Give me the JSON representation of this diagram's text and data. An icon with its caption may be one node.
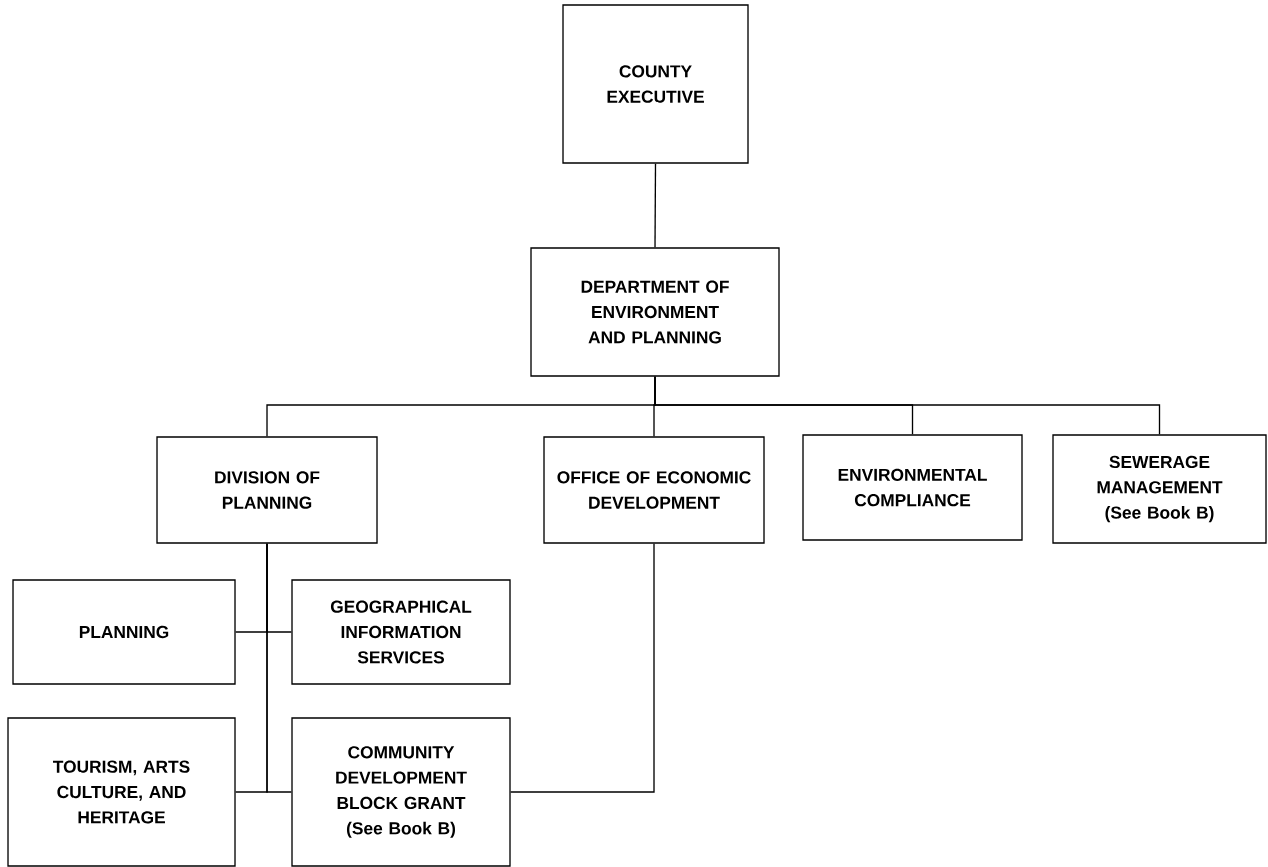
{
  "diagram": {
    "nodes": [
      {
        "text": [
          "COUNTY EXECUTIVE"
        ]
      },
      {
        "text": [
          "DEPARTMENT OF ENVIRONMENT AND PLANNING"
        ]
      },
      {
        "text": [
          "DIVISION OF PLANNING"
        ]
      },
      {
        "text": [
          "OFFICE OF ECONOMIC DEVELOPMENT"
        ]
      },
      {
        "text": [
          "ENVIRONMENTAL COMPLIANCE"
        ]
      },
      {
        "text": [
          "SEWERAGE MANAGEMENT",
          "(See Book B)"
        ]
      },
      {
        "text": [
          "PLANNING"
        ]
      },
      {
        "text": [
          "GEOGRAPHICAL INFORMATION SERVICES"
        ]
      },
      {
        "text": [
          "TOURISM, ARTS CULTURE, AND HERITAGE"
        ]
      },
      {
        "text": [
          "COMMUNITY DEVELOPMENT BLOCK GRANT",
          "(See Book B)"
        ]
      }
    ],
    "edges": [
      {
        "from": 0,
        "to": 1,
        "arrow": "none"
      },
      {
        "from": 1,
        "to": 2,
        "arrow": "none"
      },
      {
        "from": 1,
        "to": 3,
        "arrow": "none"
      },
      {
        "from": 1,
        "to": 4,
        "arrow": "none"
      },
      {
        "from": 1,
        "to": 5,
        "arrow": "none"
      },
      {
        "from": 2,
        "to": 6,
        "arrow": "none"
      },
      {
        "from": 2,
        "to": 7,
        "arrow": "none"
      },
      {
        "from": 2,
        "to": 8,
        "arrow": "none"
      },
      {
        "from": 2,
        "to": 9,
        "arrow": "none"
      },
      {
        "from": 3,
        "to": 9,
        "arrow": "none"
      }
    ]
  }
}
